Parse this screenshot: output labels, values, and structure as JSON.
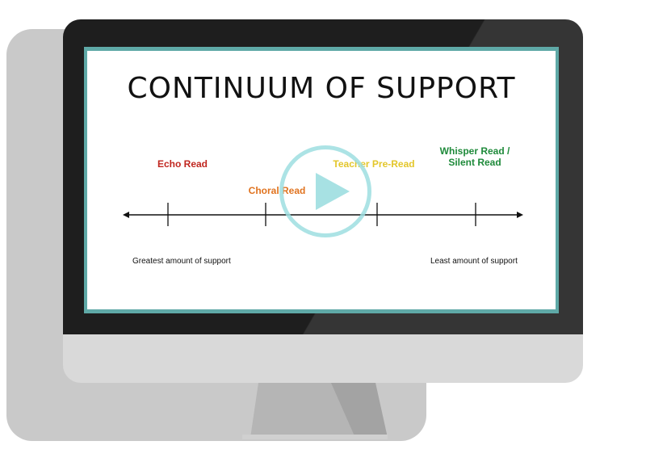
{
  "slide": {
    "title": "CONTINUUM OF SUPPORT",
    "levels": [
      {
        "label_line1": "Echo Read",
        "label_line2": "",
        "color": "#c0261f"
      },
      {
        "label_line1": "Choral Read",
        "label_line2": "",
        "color": "#e0731f"
      },
      {
        "label_line1": "Teacher Pre-Read",
        "label_line2": "",
        "color": "#e3c62a"
      },
      {
        "label_line1": "Whisper Read /",
        "label_line2": "Silent Read",
        "color": "#1e8a3a"
      }
    ],
    "left_end_label": "Greatest amount of support",
    "right_end_label": "Least amount of support"
  },
  "player": {
    "play_icon": "play-icon",
    "accent_color": "#9ddee0"
  },
  "theme": {
    "frame_color": "#5fa9a7",
    "bezel_color": "#1e1e1e"
  }
}
